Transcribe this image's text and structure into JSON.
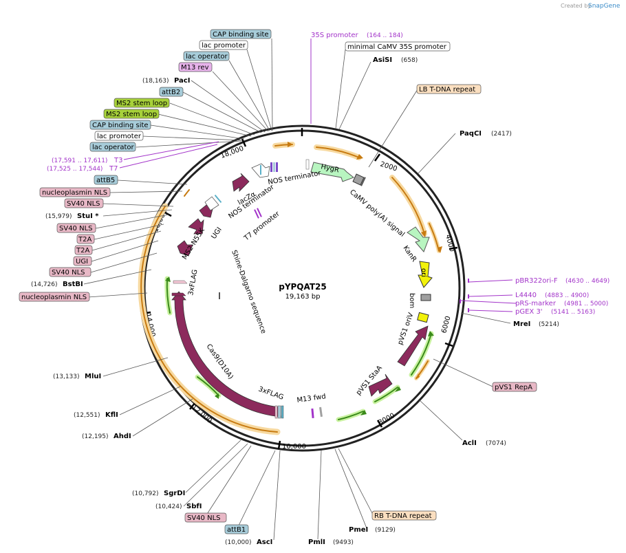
{
  "header": {
    "created_by": "Created by",
    "brand": "SnapGene"
  },
  "plasmid": {
    "name": "pYPQAT25",
    "size": "19,163 bp"
  },
  "ticks": [
    "2000",
    "4000",
    "6000",
    "8000",
    "10,000",
    "12,000",
    "14,000",
    "16,000",
    "18,000"
  ],
  "enzymes": [
    {
      "id": "asisi",
      "name": "AsiSI",
      "coord": "(658)"
    },
    {
      "id": "paqci",
      "name": "PaqCI",
      "coord": "(2417)"
    },
    {
      "id": "mrei",
      "name": "MreI",
      "coord": "(5214)"
    },
    {
      "id": "acli",
      "name": "AclI",
      "coord": "(7074)"
    },
    {
      "id": "pmei",
      "name": "PmeI",
      "coord": "(9129)"
    },
    {
      "id": "pmli",
      "name": "PmlI",
      "coord": "(9493)"
    },
    {
      "id": "asci",
      "name": "AscI",
      "coord": "(10,000)"
    },
    {
      "id": "sbfi",
      "name": "SbfI",
      "coord": "(10,424)"
    },
    {
      "id": "sgrdi",
      "name": "SgrDI",
      "coord": "(10,792)"
    },
    {
      "id": "ahdi",
      "name": "AhdI",
      "coord": "(12,195)"
    },
    {
      "id": "kfli",
      "name": "KflI",
      "coord": "(12,551)"
    },
    {
      "id": "mlui",
      "name": "MluI",
      "coord": "(13,133)"
    },
    {
      "id": "bstbi",
      "name": "BstBI",
      "coord": "(14,726)"
    },
    {
      "id": "stui",
      "name": "StuI *",
      "coord": "(15,979)"
    },
    {
      "id": "paci",
      "name": "PacI",
      "coord": "(18,163)"
    }
  ],
  "primers": [
    {
      "id": "p35s",
      "name": "35S promoter",
      "coord": "(164 .. 184)"
    },
    {
      "id": "pbr322",
      "name": "pBR322ori-F",
      "coord": "(4630 .. 4649)"
    },
    {
      "id": "l4440",
      "name": "L4440",
      "coord": "(4883 .. 4900)"
    },
    {
      "id": "prs",
      "name": "pRS-marker",
      "coord": "(4981 .. 5000)"
    },
    {
      "id": "pgex",
      "name": "pGEX 3'",
      "coord": "(5141 .. 5163)"
    },
    {
      "id": "t3",
      "name": "T3",
      "coord": "(17,591 .. 17,611)"
    },
    {
      "id": "t7",
      "name": "T7",
      "coord": "(17,525 .. 17,544)"
    }
  ],
  "boxed_labels": {
    "cap1": "CAP binding site",
    "lacprom1": "lac promoter",
    "lacop1": "lac operator",
    "m13rev": "M13 rev",
    "attb2": "attB2",
    "ms2a": "MS2 stem loop",
    "ms2b": "MS2 stem loop",
    "cap2": "CAP binding site",
    "lacprom2": "lac promoter",
    "lacop2": "lac operator",
    "attb5": "attB5",
    "nucnls1": "nucleoplasmin NLS",
    "sv40a": "SV40 NLS",
    "sv40b": "SV40 NLS",
    "t2a1": "T2A",
    "t2a2": "T2A",
    "ugi": "UGI",
    "sv40c": "SV40 NLS",
    "nucnls2": "nucleoplasmin NLS",
    "mincamv": "minimal CaMV 35S promoter",
    "lbtdna": "LB T-DNA repeat",
    "pvs1repa": "pVS1 RepA",
    "rbtdna": "RB T-DNA repeat",
    "sv40d": "SV40 NLS",
    "attb1": "attB1"
  },
  "features": {
    "nos1": "NOS terminator",
    "camv": "CaMV poly(A) signal",
    "hygr": "HygR",
    "kanr": "KanR",
    "ori": "ori",
    "bom": "bom",
    "pvs1oriv": "pVS1 oriV",
    "pvs1staa": "pVS1 StaA",
    "m13fwd": "M13 fwd",
    "flag1": "3xFLAG",
    "cas9": "Cas9(D10A)",
    "shine": "Shine-Dalgarno sequence",
    "flag2": "3xFLAG",
    "t7prom": "T7 promoter",
    "ms2n55k": "MS2-N55K",
    "ugi": "UGI",
    "nos2": "NOS terminator",
    "lacz": "lacZα"
  },
  "colors": {
    "blue_box": "#a7ccd9",
    "white_box": "#ffffff",
    "purple_box": "#e7b2ea",
    "green_box": "#a7d13a",
    "pink_box": "#e8b8c6",
    "peach_box": "#fbdfc0",
    "primer": "#a233c9",
    "cds_maroon": "#8c2a5c",
    "cds_green": "#b8f5c0",
    "orange_arrow": "#e08a0e",
    "green_arrow": "#3a8a1a",
    "ori_yellow": "#f2f20a"
  }
}
